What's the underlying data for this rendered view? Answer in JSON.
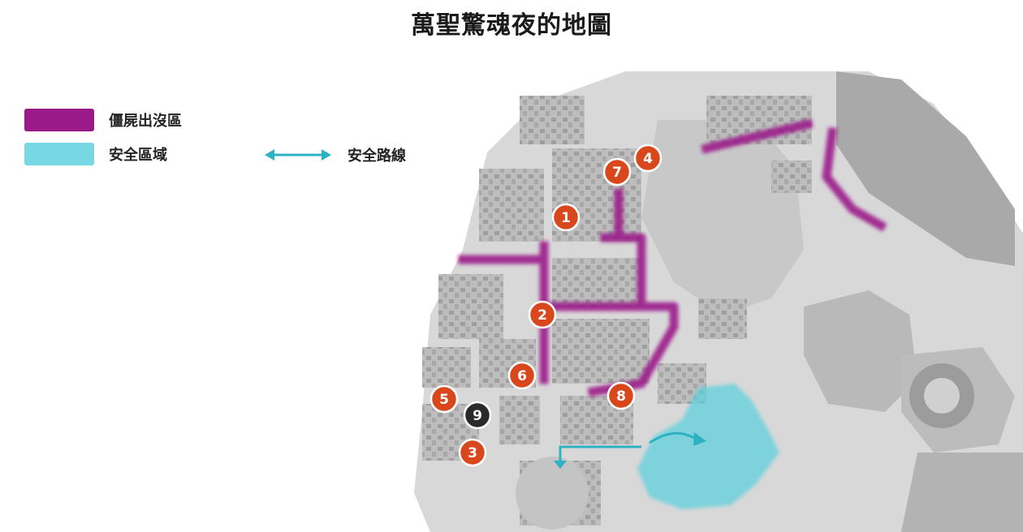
{
  "title": "萬聖驚魂夜的地圖",
  "legend": {
    "zombie_zone": {
      "label": "僵屍出沒區",
      "color": "#9b1a8a"
    },
    "safe_zone": {
      "label": "安全區域",
      "color": "#4cc8d8"
    },
    "safe_route": {
      "label": "安全路線",
      "color": "#2fb1c4"
    }
  },
  "map": {
    "markers": [
      {
        "number": "1",
        "style": "orange"
      },
      {
        "number": "2",
        "style": "orange"
      },
      {
        "number": "3",
        "style": "orange"
      },
      {
        "number": "4",
        "style": "orange"
      },
      {
        "number": "5",
        "style": "orange"
      },
      {
        "number": "6",
        "style": "orange"
      },
      {
        "number": "7",
        "style": "orange"
      },
      {
        "number": "8",
        "style": "orange"
      },
      {
        "number": "9",
        "style": "dark"
      }
    ],
    "marker_colors": {
      "orange": "#d9481c",
      "dark": "#2a2a2a"
    },
    "background_color": "#d6d6d6"
  }
}
